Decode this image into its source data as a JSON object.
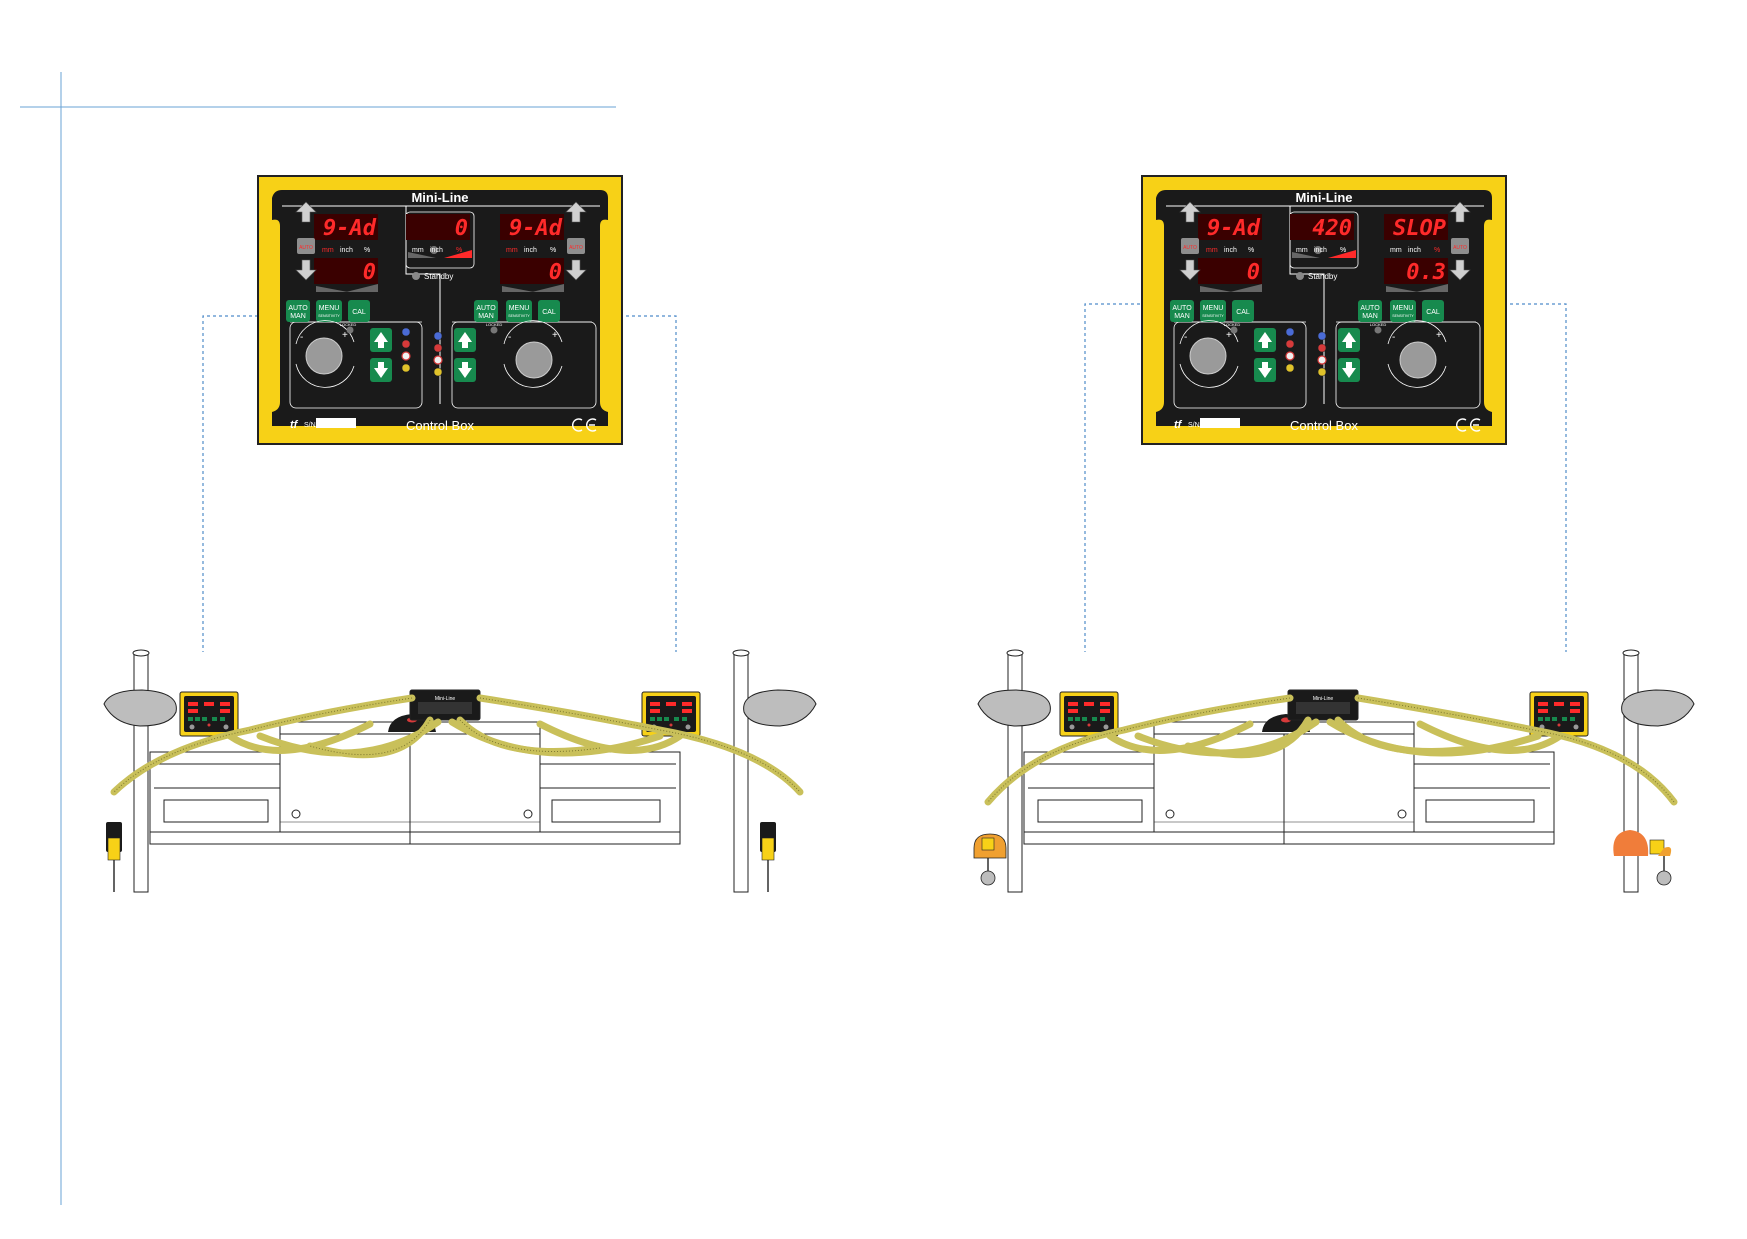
{
  "panels": [
    {
      "title": "Mini-Line",
      "footer": "Control Box",
      "sn_label": "S/N:",
      "logo": "tf",
      "ce": "CE",
      "display_left_top": "9-Ad",
      "display_left_bottom": "0",
      "display_center": "0",
      "display_right_top": "9-Ad",
      "display_right_bottom": "0",
      "standby": "Standby"
    },
    {
      "title": "Mini-Line",
      "footer": "Control Box",
      "sn_label": "S/N:",
      "logo": "tf",
      "ce": "CE",
      "display_left_top": "9-Ad",
      "display_left_bottom": "0",
      "display_center": "420",
      "display_right_top": "SLOP",
      "display_right_bottom": "0.3",
      "standby": "Standby"
    }
  ],
  "labels": {
    "unit_mm": "mm",
    "unit_inch": "inch",
    "unit_pct": "%",
    "auto": "AUTO",
    "man": "MAN",
    "menu": "MENU",
    "sensitivity": "SENSITIVITY",
    "cal": "CAL",
    "locked": "LOCKED",
    "minus": "-",
    "plus": "+",
    "side_auto": "AUTO",
    "mini_title": "Mini-Line"
  },
  "colors": {
    "panel_yellow": "#f7d117",
    "panel_black": "#1a1a1a",
    "display_red": "#ff2a2a",
    "button_green": "#178a4e",
    "cable_olive": "#c9c05a",
    "sensor_orange": "#f07d3a",
    "guide_blue": "#6aa3d6"
  },
  "icons": [
    "arrow-up-icon",
    "arrow-down-icon",
    "knob-icon",
    "ce-mark-icon",
    "tf-logo-icon",
    "indicator-led-icon"
  ]
}
